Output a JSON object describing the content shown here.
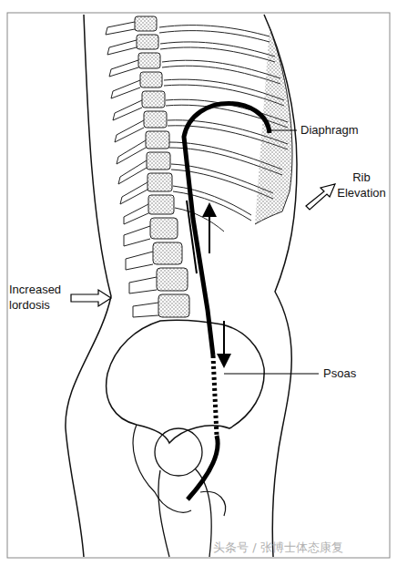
{
  "diagram": {
    "labels": [
      "Diaphragm",
      "Rib Elevation",
      "Increased lordosis",
      "Psoas",
      "头条号 / 张博士体态康复"
    ]
  }
}
